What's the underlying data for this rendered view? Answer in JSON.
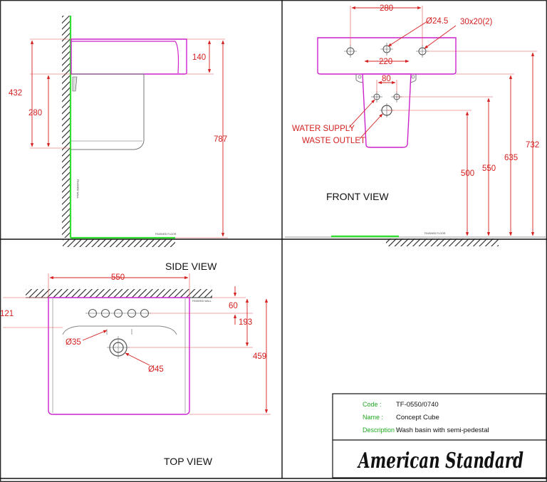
{
  "views": {
    "side": "SIDE VIEW",
    "front": "FRONT VIEW",
    "top": "TOP VIEW"
  },
  "side_view": {
    "dims": {
      "d432": "432",
      "d280": "280",
      "d140": "140",
      "d787": "787"
    }
  },
  "front_view": {
    "dims": {
      "d280": "280",
      "d24_5": "Ø24.5",
      "d30x20": "30x20(2)",
      "d220": "220",
      "d80": "80",
      "d500": "500",
      "d550": "550",
      "d635": "635",
      "d732": "732"
    },
    "callouts": {
      "water_supply": "WATER SUPPLY",
      "waste_outlet": "WASTE OUTLET"
    }
  },
  "top_view": {
    "dims": {
      "d550": "550",
      "d121": "121",
      "d60": "60",
      "d193": "193",
      "d459": "459",
      "d35": "Ø35",
      "d45": "Ø45"
    }
  },
  "title_block": {
    "code_label": "Code :",
    "code_value": "TF-0550/0740",
    "name_label": "Name :",
    "name_value": "Concept Cube",
    "description_label": "Description :",
    "description_value": "Wash basin with semi-pedestal",
    "logo_text": "American Standard"
  },
  "colors": {
    "dimension": "#d42020",
    "product": "#cc22cc",
    "label": "#22aa22",
    "floor_line": "#33dd33"
  }
}
